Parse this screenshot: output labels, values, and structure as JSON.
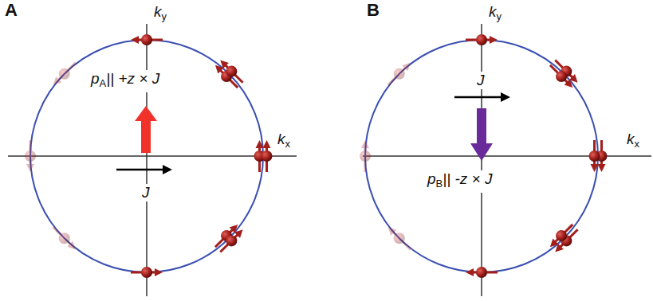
{
  "diagram": {
    "labels": [
      "A",
      "k",
      "y",
      "k",
      "x",
      "p",
      "A",
      "|| +z × J",
      "J",
      "B",
      "k",
      "y",
      "J",
      "k",
      "x",
      "p",
      "B",
      "|| -z × J"
    ]
  }
}
